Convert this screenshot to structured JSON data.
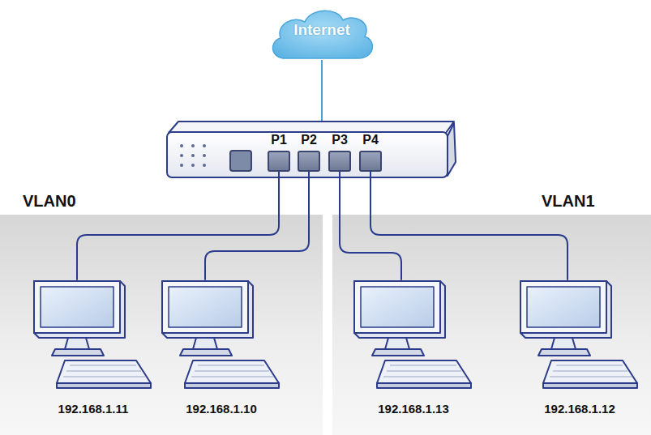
{
  "diagram": {
    "nodes": [
      {
        "text": [
          "Internet"
        ]
      },
      {
        "text": [
          "P1"
        ]
      },
      {
        "text": [
          "P2"
        ]
      },
      {
        "text": [
          "P3"
        ]
      },
      {
        "text": [
          "P4"
        ]
      },
      {
        "text": [
          "VLAN0"
        ]
      },
      {
        "text": [
          "192.168.1.11"
        ],
        "in": 5
      },
      {
        "text": [
          "192.168.1.10"
        ],
        "in": 5
      },
      {
        "text": [
          "VLAN1"
        ]
      },
      {
        "text": [
          "192.168.1.13"
        ],
        "in": 8
      },
      {
        "text": [
          "192.168.1.12"
        ],
        "in": 8
      }
    ],
    "edges": [
      {
        "from": 1,
        "to": 6,
        "arrow": "none"
      },
      {
        "from": 2,
        "to": 7,
        "arrow": "none"
      },
      {
        "from": 3,
        "to": 9,
        "arrow": "none"
      },
      {
        "from": 4,
        "to": 10,
        "arrow": "none"
      }
    ]
  }
}
